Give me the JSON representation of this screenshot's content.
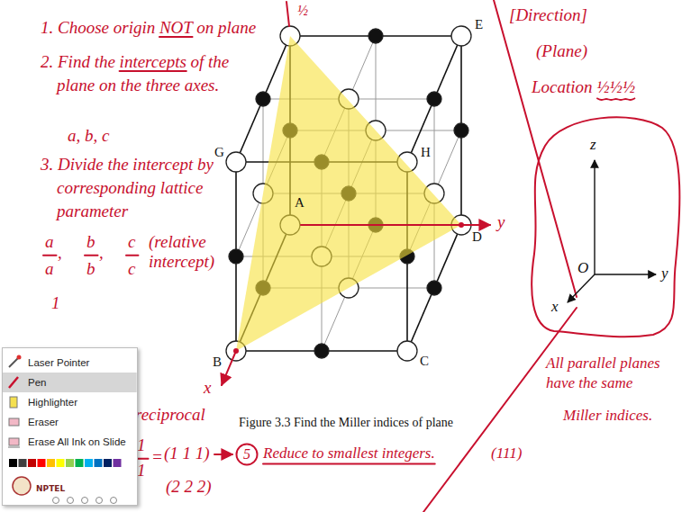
{
  "diagram": {
    "caption": "Figure 3.3 Find the Miller indices of plane",
    "nodes": [
      {
        "text": [
          "Laser Pointer",
          "Pen",
          "Highlighter",
          "Eraser",
          "Erase All Ink on Slide"
        ]
      },
      {
        "text": [
          "z",
          "y",
          "x",
          "O"
        ]
      },
      {
        "text": [
          "5"
        ]
      }
    ],
    "labels": [
      "1. Choose origin NOT on plane",
      "½",
      "2. Find the intercepts of the plane on the three axes.",
      "a, b, c",
      "3. Divide the intercept by corresponding lattice parameter",
      "a",
      "a",
      ",",
      "b",
      "b",
      ",",
      "c",
      "c",
      "(relative intercept)",
      "1",
      "reciprocal",
      "x",
      "1",
      "1",
      "=",
      "(1 1 1)",
      "(2 2 2)",
      "Reduce to smallest integers.",
      "(111)",
      "[Direction]",
      "(Plane)",
      "Location ½½½",
      "All parallel planes have the same",
      "Miller indices.",
      "E",
      "G",
      "H",
      "A",
      "D",
      "B",
      "C",
      "y",
      "NPTEL"
    ]
  }
}
